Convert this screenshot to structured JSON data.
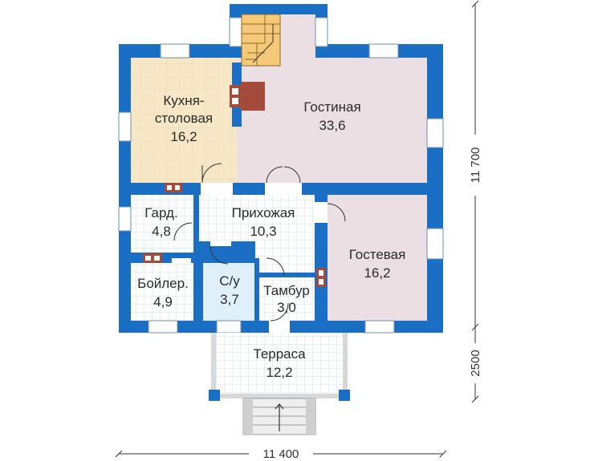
{
  "rooms": {
    "kitchen": {
      "name_line1": "Кухня-",
      "name_line2": "столовая",
      "area": "16,2"
    },
    "living": {
      "name": "Гостиная",
      "area": "33,6"
    },
    "wardrobe": {
      "name": "Гард.",
      "area": "4,8"
    },
    "hall": {
      "name": "Прихожая",
      "area": "10,3"
    },
    "guest": {
      "name": "Гостевая",
      "area": "16,2"
    },
    "boiler": {
      "name": "Бойлер.",
      "area": "4,9"
    },
    "bathroom": {
      "name": "С/у",
      "area": "3,7"
    },
    "vestibule": {
      "name": "Тамбур",
      "area": "3,0"
    },
    "terrace": {
      "name": "Терраса",
      "area": "12,2"
    }
  },
  "dimensions": {
    "width": "11 400",
    "depth_house": "11 700",
    "depth_terrace": "2500"
  },
  "colors": {
    "wall": "#1a6fc4",
    "kitchen_floor": "#f6e7c6",
    "living_floor": "#ecdfe4",
    "tile_floor": "#ffffff",
    "tile_grid": "#cfe0f0",
    "bath_floor": "#dff0fb",
    "stairs": "#f5c978",
    "fireplace": "#a34a3a"
  }
}
